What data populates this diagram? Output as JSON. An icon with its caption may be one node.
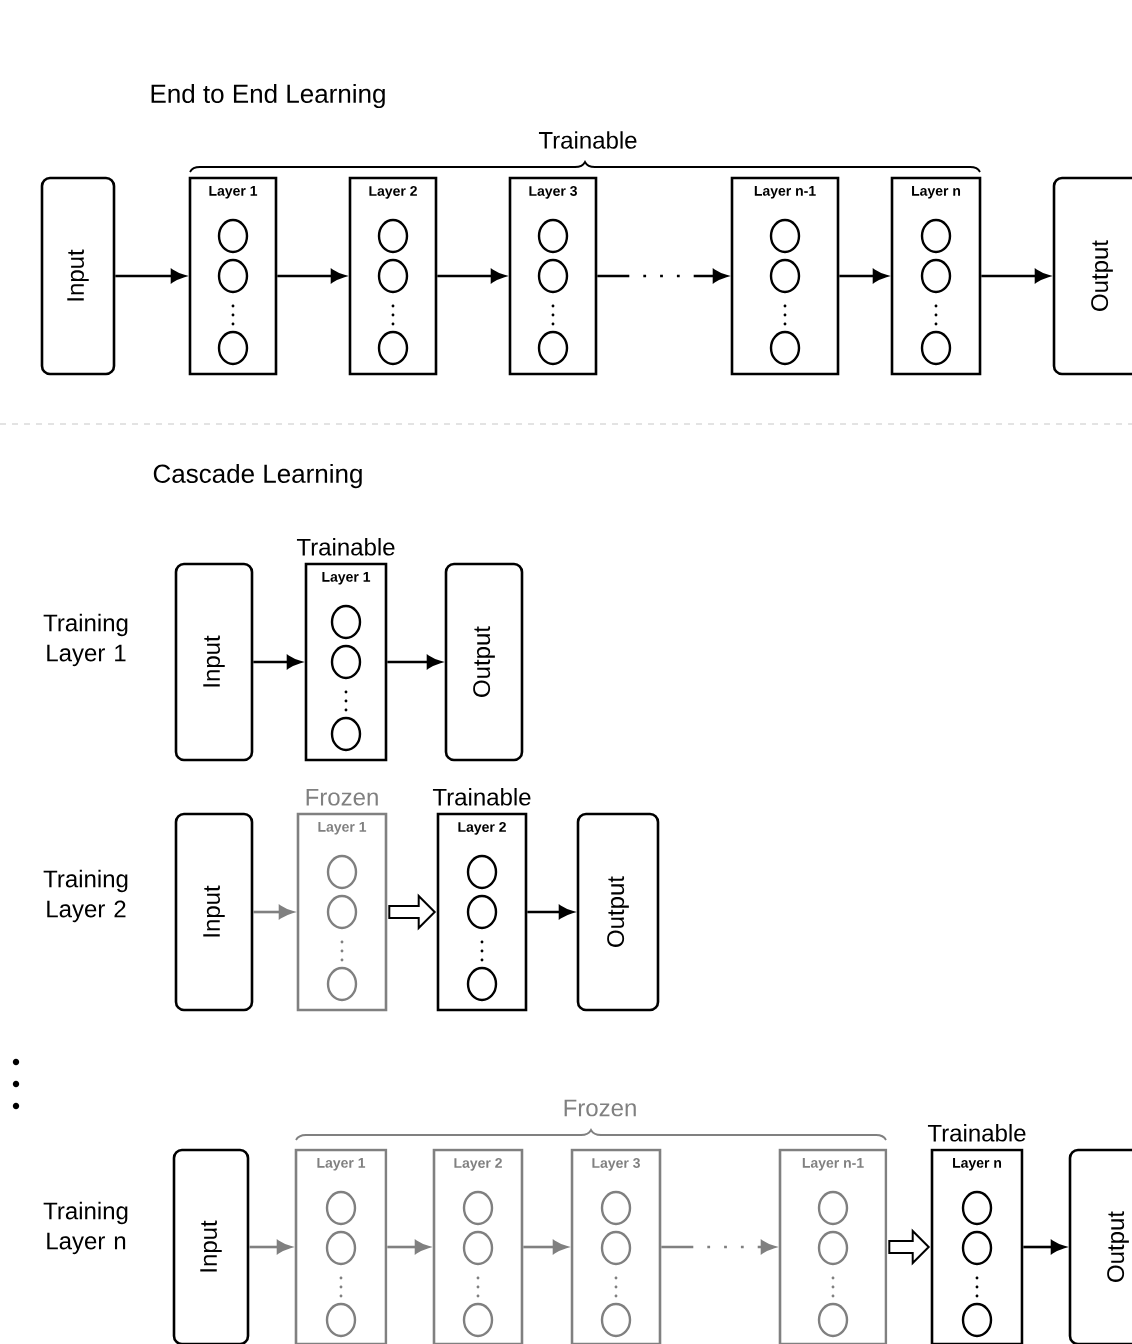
{
  "diagram": {
    "nodes": [
      {
        "text": [
          "Input"
        ]
      },
      {
        "text": [
          "Layer 1"
        ]
      },
      {
        "text": [
          "Layer 2"
        ]
      },
      {
        "text": [
          "Layer 3"
        ]
      },
      {
        "text": [
          "Layer n-1"
        ]
      },
      {
        "text": [
          "Layer n"
        ]
      },
      {
        "text": [
          "Output"
        ]
      },
      {
        "text": [
          "Input"
        ]
      },
      {
        "text": [
          "Layer 1"
        ],
        "beside": [
          "Trainable"
        ]
      },
      {
        "text": [
          "Output"
        ]
      },
      {
        "text": [
          "Input"
        ]
      },
      {
        "text": [
          "Layer 1"
        ],
        "beside": [
          "Frozen"
        ]
      },
      {
        "text": [
          "Layer 2"
        ],
        "beside": [
          "Trainable"
        ]
      },
      {
        "text": [
          "Output"
        ]
      },
      {
        "text": [
          "Input"
        ]
      },
      {
        "text": [
          "Layer 1"
        ]
      },
      {
        "text": [
          "Layer 2"
        ]
      },
      {
        "text": [
          "Layer 3"
        ]
      },
      {
        "text": [
          "Layer n-1"
        ]
      },
      {
        "text": [
          "Layer n"
        ],
        "beside": [
          "Trainable"
        ]
      },
      {
        "text": [
          "Output"
        ]
      }
    ],
    "edges": [
      {
        "from": 0,
        "to": 1,
        "arrow": "to"
      },
      {
        "from": 1,
        "to": 2,
        "arrow": "to"
      },
      {
        "from": 2,
        "to": 3,
        "arrow": "to"
      },
      {
        "from": 3,
        "to": 4,
        "arrow": "to",
        "style": "dashed"
      },
      {
        "from": 4,
        "to": 5,
        "arrow": "to"
      },
      {
        "from": 5,
        "to": 6,
        "arrow": "to"
      },
      {
        "from": 7,
        "to": 8,
        "arrow": "to"
      },
      {
        "from": 8,
        "to": 9,
        "arrow": "to"
      },
      {
        "from": 10,
        "to": 11,
        "arrow": "to",
        "color": "#808080"
      },
      {
        "from": 11,
        "to": 12,
        "arrow": "to",
        "style": "thick"
      },
      {
        "from": 12,
        "to": 13,
        "arrow": "to"
      },
      {
        "from": 14,
        "to": 15,
        "arrow": "to",
        "color": "#808080"
      },
      {
        "from": 15,
        "to": 16,
        "arrow": "to",
        "color": "#808080"
      },
      {
        "from": 16,
        "to": 17,
        "arrow": "to",
        "color": "#808080"
      },
      {
        "from": 17,
        "to": 18,
        "arrow": "to",
        "style": "dashed",
        "color": "#808080"
      },
      {
        "from": 18,
        "to": 19,
        "arrow": "to",
        "style": "thick"
      },
      {
        "from": 19,
        "to": 20,
        "arrow": "to"
      }
    ],
    "labels": [
      "End to End Learning",
      "Trainable",
      "Cascade Learning",
      "Training Layer 1",
      "Training Layer 2",
      "Frozen",
      "Training Layer n"
    ]
  }
}
